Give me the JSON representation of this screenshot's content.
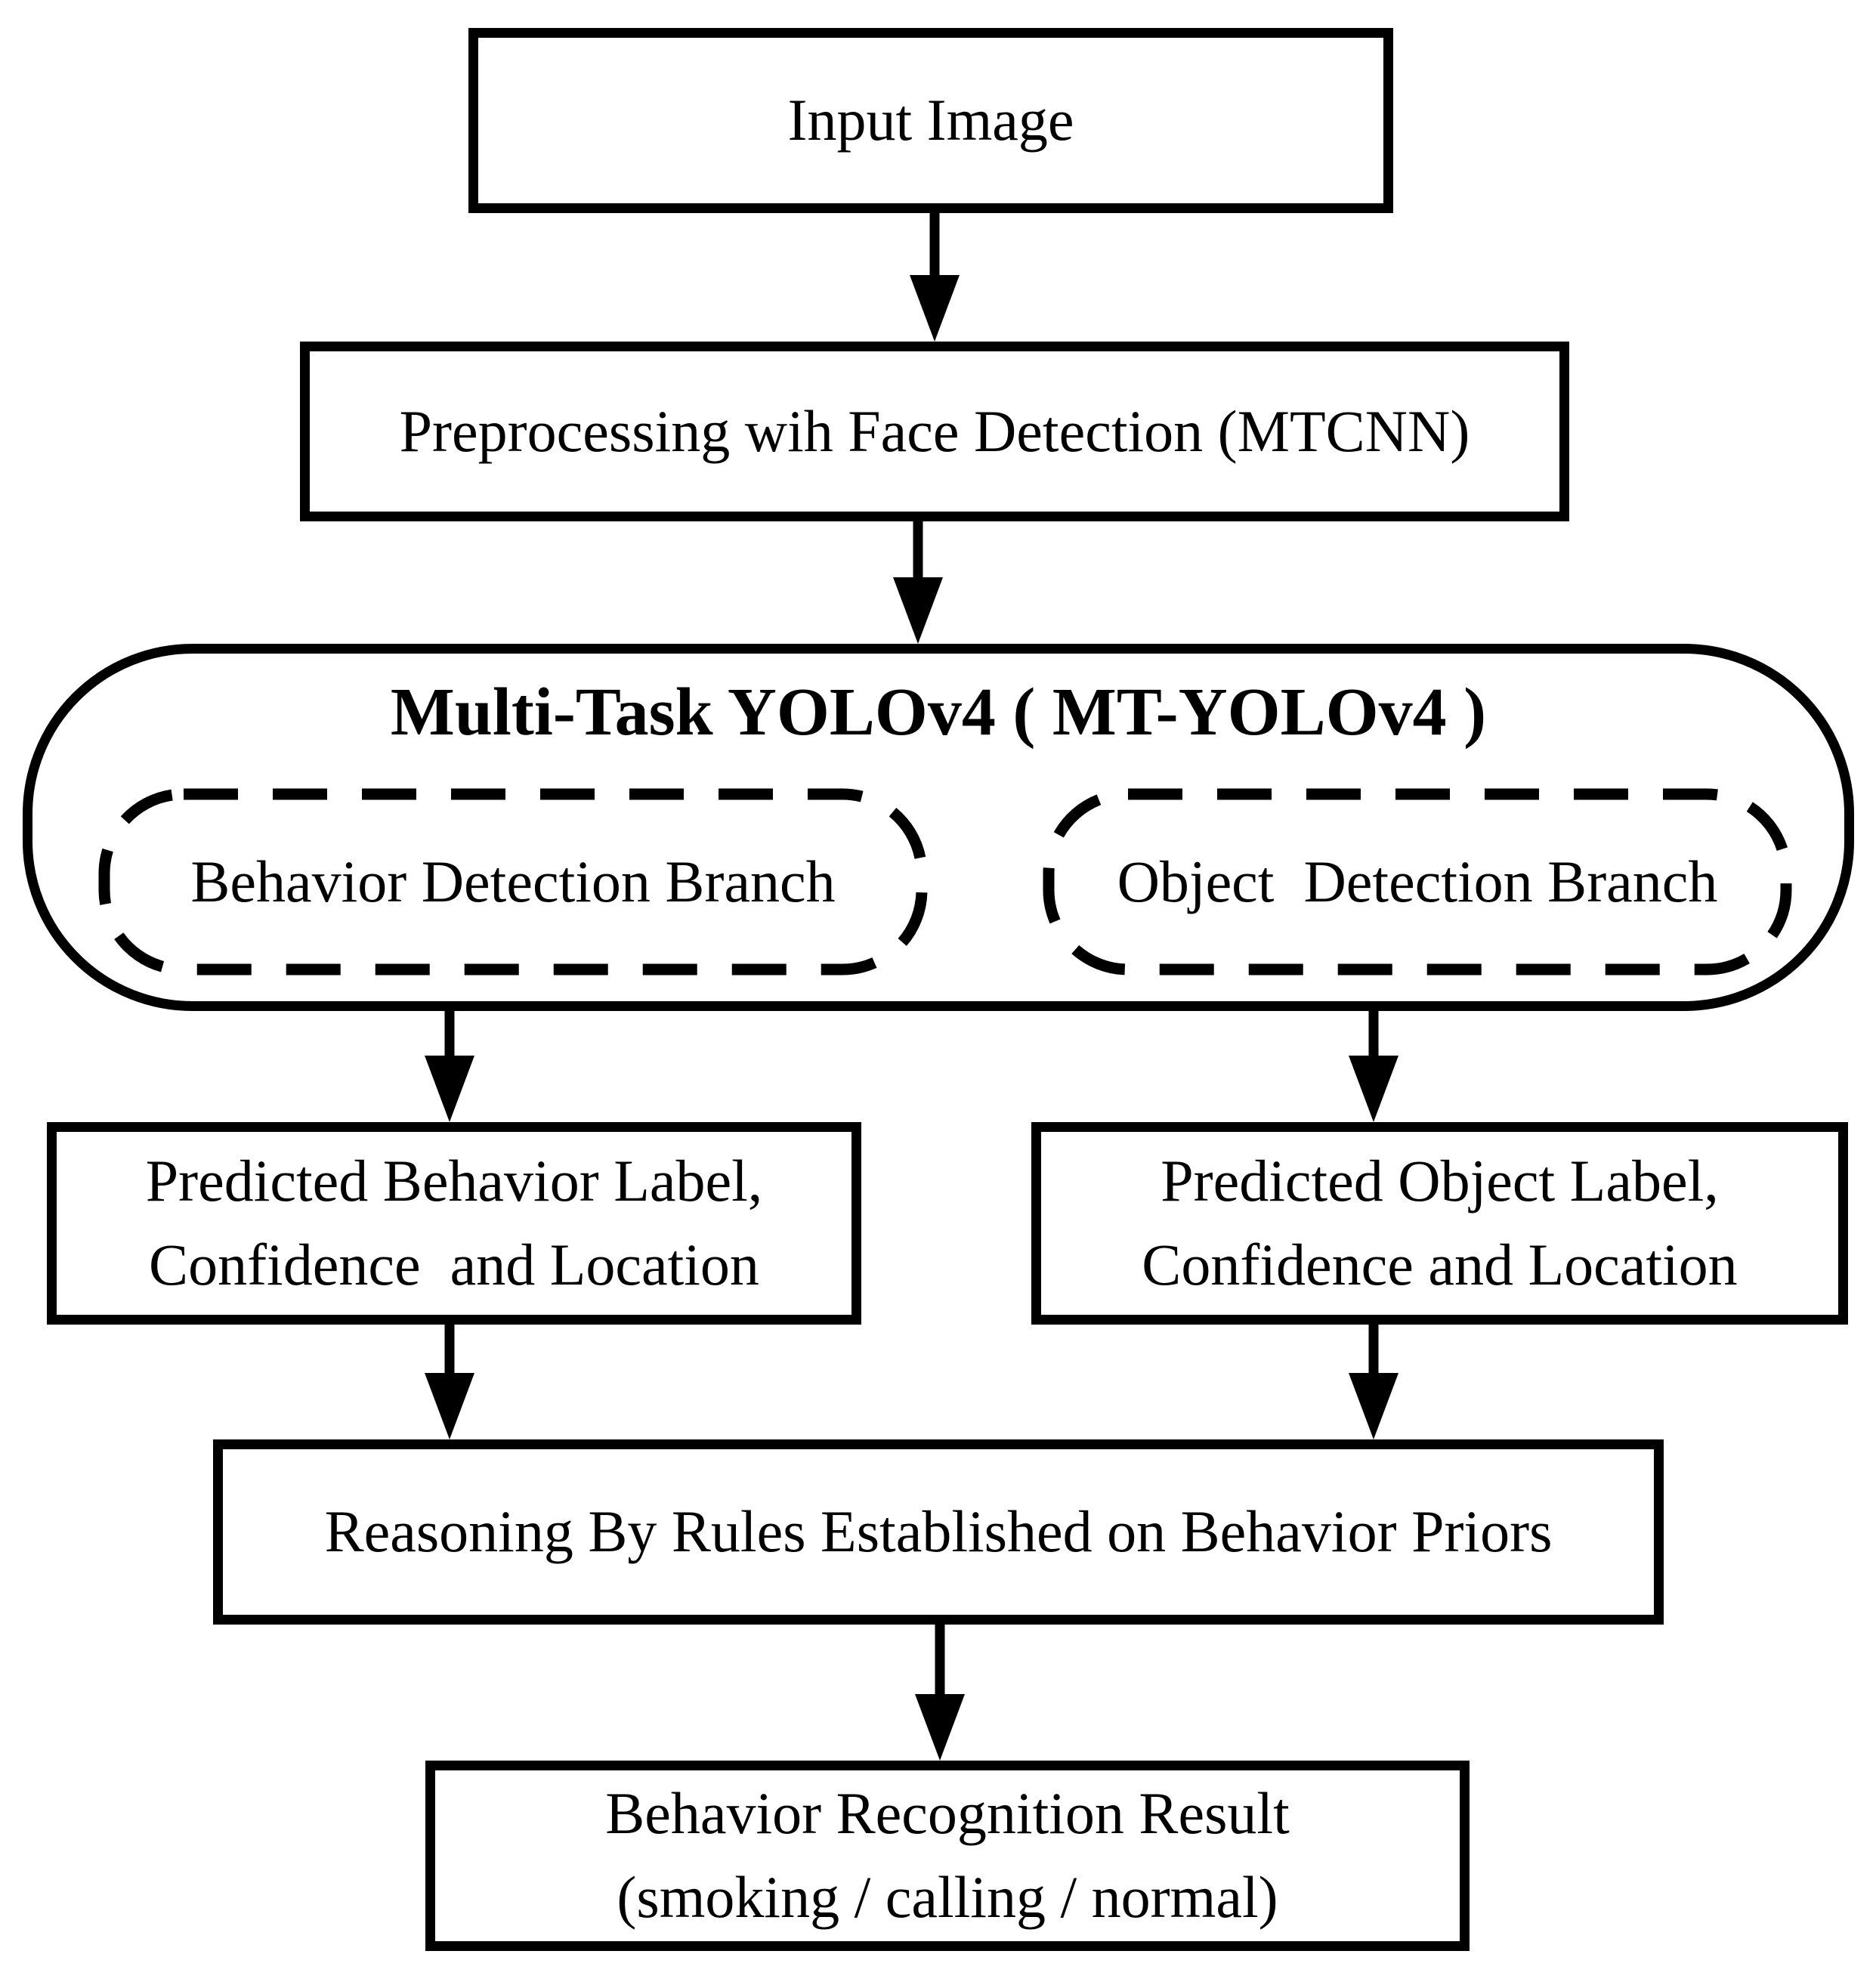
{
  "diagram": {
    "type": "flowchart",
    "colors": {
      "line": "#000000",
      "text": "#000000",
      "background": "#ffffff"
    },
    "nodes": {
      "input_image": {
        "label": "Input Image"
      },
      "preprocessing": {
        "label": "Preprocessing wih Face Detection (MTCNN)"
      },
      "mt_yolov4": {
        "title": "Multi-Task YOLOv4 ( MT-YOLOv4 )"
      },
      "behavior_branch": {
        "label": "Behavior Detection Branch"
      },
      "object_branch": {
        "label": "Object  Detection Branch"
      },
      "predicted_behavior": {
        "label": "Predicted Behavior Label,\nConfidence  and Location"
      },
      "predicted_object": {
        "label": "Predicted Object Label,\nConfidence and Location"
      },
      "reasoning": {
        "label": "Reasoning By Rules Established on Behavior Priors"
      },
      "result": {
        "label": "Behavior Recognition Result\n(smoking / calling / normal)"
      }
    },
    "edges": [
      {
        "from": "input_image",
        "to": "preprocessing"
      },
      {
        "from": "preprocessing",
        "to": "mt_yolov4"
      },
      {
        "from": "behavior_branch",
        "to": "predicted_behavior"
      },
      {
        "from": "object_branch",
        "to": "predicted_object"
      },
      {
        "from": "predicted_behavior",
        "to": "reasoning"
      },
      {
        "from": "predicted_object",
        "to": "reasoning"
      },
      {
        "from": "reasoning",
        "to": "result"
      }
    ]
  }
}
